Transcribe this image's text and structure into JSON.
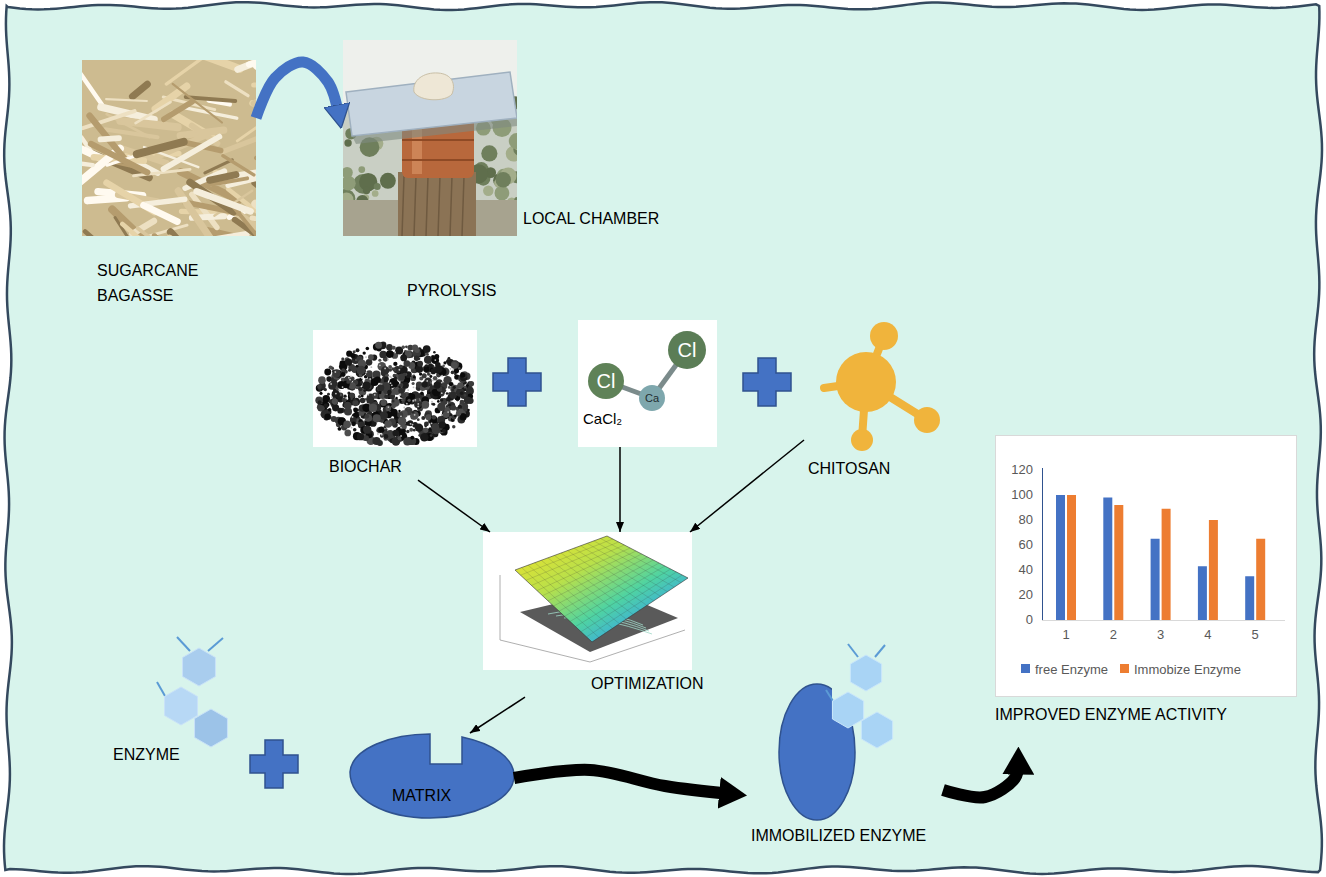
{
  "diagram": {
    "nodes": [
      {
        "text": [
          "SUGARCANE BAGASSE"
        ]
      },
      {
        "text": [
          "LOCAL CHAMBER"
        ]
      },
      {
        "text": [
          "BIOCHAR"
        ]
      },
      {
        "text": [
          "Cl",
          "Ca",
          "Cl",
          "CaCl₂"
        ]
      },
      {
        "text": [
          "CHITOSAN"
        ]
      },
      {
        "text": [
          "OPTIMIZATION"
        ]
      },
      {
        "text": [
          "ENZYME"
        ]
      },
      {
        "text": [
          "MATRIX"
        ]
      },
      {
        "text": [
          "IMMOBILIZED ENZYME"
        ]
      },
      {
        "text": [
          "IMPROVED ENZYME ACTIVITY"
        ]
      }
    ],
    "edges": [
      {
        "from": 0,
        "to": 1,
        "arrow": "to"
      },
      {
        "from": 2,
        "to": 5,
        "arrow": "to"
      },
      {
        "from": 3,
        "to": 5,
        "arrow": "to"
      },
      {
        "from": 4,
        "to": 5,
        "arrow": "to"
      },
      {
        "from": 5,
        "to": 7,
        "arrow": "to"
      },
      {
        "from": 7,
        "to": 8,
        "arrow": "to"
      },
      {
        "from": 8,
        "to": 9,
        "arrow": "to"
      }
    ],
    "labels": [
      "PYROLYSIS",
      "120",
      "100",
      "80",
      "60",
      "40",
      "20",
      "0",
      "1",
      "2",
      "3",
      "4",
      "5"
    ],
    "legend": [
      {
        "text": "free Enzyme",
        "color": "#4472c4"
      },
      {
        "text": "Immobize Enzyme",
        "color": "#ed7d31"
      }
    ]
  }
}
